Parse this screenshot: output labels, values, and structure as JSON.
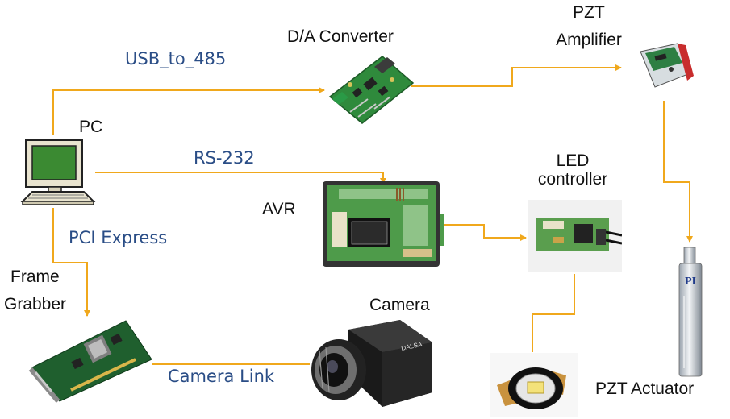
{
  "labels": {
    "pc": "PC",
    "da_converter": "D/A Converter",
    "pzt_amplifier_line1": "PZT",
    "pzt_amplifier_line2": "Amplifier",
    "avr": "AVR",
    "led_controller_line1": "LED",
    "led_controller_line2": "controller",
    "frame_grabber_line1": "Frame",
    "frame_grabber_line2": "Grabber",
    "camera": "Camera",
    "pzt_actuator": "PZT Actuator"
  },
  "links": {
    "usb": "USB_to_485",
    "rs232": "RS-232",
    "pci": "PCI Express",
    "camera_link": "Camera Link"
  },
  "actuator_logo": "PI",
  "camera_brand": "DALSA",
  "colors": {
    "wire": "#f0a81c",
    "link_text": "#2a4d86"
  }
}
